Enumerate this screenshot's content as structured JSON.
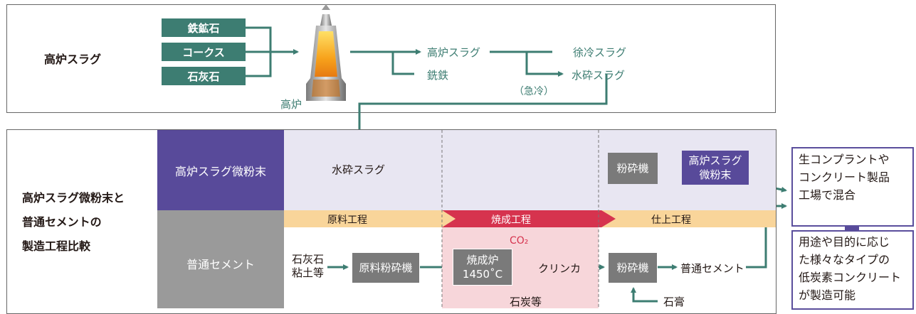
{
  "top": {
    "title": "高炉スラグ",
    "materials": [
      "鉄鉱石",
      "コークス",
      "石灰石"
    ],
    "furnace_label": "高炉",
    "slag": "高炉スラグ",
    "pig_iron": "銑鉄",
    "slow_cooled": "徐冷スラグ",
    "rapid_cool_note": "（急冷）",
    "granulated": "水砕スラグ"
  },
  "bottom": {
    "title_lines": [
      "高炉スラグ微粉末と",
      "普通セメントの",
      "製造工程比較"
    ],
    "row_slag_label": "高炉スラグ微粉末",
    "row_cement_label": "普通セメント",
    "granulated_slag": "水砕スラグ",
    "grinder": "粉砕機",
    "slag_powder_lines": [
      "高炉スラグ",
      "微粉末"
    ],
    "stages": [
      "原料工程",
      "焼成工程",
      "仕上工程"
    ],
    "raw_materials_lines": [
      "石灰石",
      "粘土等"
    ],
    "raw_grinder": "原料粉砕機",
    "kiln_lines": [
      "焼成炉",
      "1450˚C"
    ],
    "co2": "CO₂",
    "clinker": "クリンカ",
    "coal": "石炭等",
    "grinder2": "粉砕機",
    "gypsum": "石膏",
    "ordinary_cement": "普通セメント"
  },
  "right": {
    "box1_lines": [
      "生コンプラントや",
      "コンクリート製品",
      "工場で混合"
    ],
    "box2_lines": [
      "用途や目的に応じ",
      "た様々なタイプの",
      "低炭素コンクリート",
      "が製造可能"
    ]
  },
  "colors": {
    "teal": "#3d7d72",
    "purple": "#584a9a",
    "gray": "#9a9a9a",
    "lavender": "#e8e6f2",
    "pink": "#f7d6da",
    "orange": "#f9d59a",
    "red": "#d6334e"
  }
}
